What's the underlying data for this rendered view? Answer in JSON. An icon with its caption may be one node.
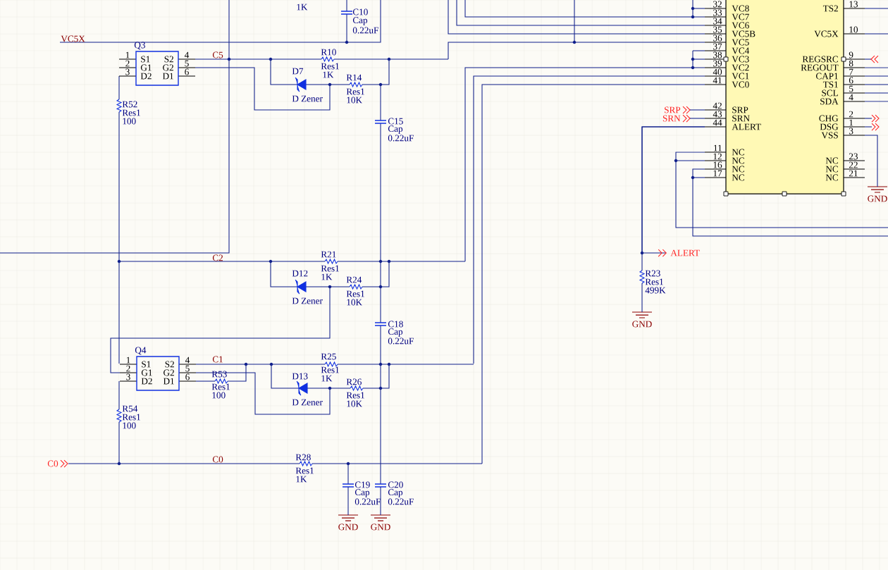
{
  "diagram": {
    "nodes": [
      {
        "text": [
          "1K"
        ]
      },
      {
        "text": [
          "C10",
          "Cap",
          "0.22uF"
        ]
      },
      {
        "text": [
          "Q3",
          "S1",
          "G1",
          "D2",
          "S2",
          "G2",
          "D1",
          "1",
          "2",
          "3",
          "4",
          "5",
          "6"
        ]
      },
      {
        "text": [
          "R52",
          "Res1",
          "100"
        ]
      },
      {
        "text": [
          "R10",
          "Res1",
          "1K"
        ]
      },
      {
        "text": [
          "D7",
          "D Zener"
        ]
      },
      {
        "text": [
          "R14",
          "Res1",
          "10K"
        ]
      },
      {
        "text": [
          "C15",
          "Cap",
          "0.22uF"
        ]
      },
      {
        "text": [
          "R21",
          "Res1",
          "1K"
        ]
      },
      {
        "text": [
          "D12",
          "D Zener"
        ]
      },
      {
        "text": [
          "R24",
          "Res1",
          "10K"
        ]
      },
      {
        "text": [
          "C18",
          "Cap",
          "0.22uF"
        ]
      },
      {
        "text": [
          "Q4",
          "S1",
          "G1",
          "D2",
          "S2",
          "G2",
          "D1",
          "1",
          "2",
          "3",
          "4",
          "5",
          "6"
        ]
      },
      {
        "text": [
          "R53",
          "Res1",
          "100"
        ]
      },
      {
        "text": [
          "R25",
          "Res1",
          "1K"
        ]
      },
      {
        "text": [
          "D13",
          "D Zener"
        ]
      },
      {
        "text": [
          "R26",
          "Res1",
          "10K"
        ]
      },
      {
        "text": [
          "R54",
          "Res1",
          "100"
        ]
      },
      {
        "text": [
          "C0"
        ]
      },
      {
        "text": [
          "R28",
          "Res1",
          "1K"
        ]
      },
      {
        "text": [
          "C19",
          "Cap",
          "0.22uF"
        ]
      },
      {
        "text": [
          "C20",
          "Cap",
          "0.22uF"
        ]
      },
      {
        "text": [
          "GND"
        ]
      },
      {
        "text": [
          "GND"
        ]
      },
      {
        "text": [
          "VC8",
          "VC7",
          "VC6",
          "VC5B",
          "VC5",
          "VC4",
          "VC3",
          "VC2",
          "VC1",
          "VC0",
          "SRP",
          "SRN",
          "ALERT",
          "NC",
          "NC",
          "NC",
          "NC",
          "TS2",
          "VC5X",
          "REGSRC",
          "REGOUT",
          "CAP1",
          "TS1",
          "SCL",
          "SDA",
          "CHG",
          "DSG",
          "VSS",
          "NC",
          "NC",
          "NC",
          "32",
          "33",
          "34",
          "35",
          "36",
          "37",
          "38",
          "39",
          "40",
          "41",
          "42",
          "43",
          "44",
          "11",
          "12",
          "16",
          "17",
          "13",
          "10",
          "9",
          "8",
          "7",
          "6",
          "5",
          "4",
          "2",
          "1",
          "3",
          "23",
          "22",
          "21"
        ]
      },
      {
        "text": [
          "SRP"
        ]
      },
      {
        "text": [
          "SRN"
        ]
      },
      {
        "text": [
          "ALERT"
        ]
      },
      {
        "text": [
          "R23",
          "Res1",
          "499K"
        ]
      },
      {
        "text": [
          "GND"
        ]
      },
      {
        "text": [
          "GND"
        ]
      }
    ],
    "edges": [
      {
        "from": 24,
        "to": 28,
        "arrow": "none"
      },
      {
        "from": 24,
        "to": 27,
        "arrow": "to"
      },
      {
        "from": 28,
        "to": 29,
        "arrow": "none"
      },
      {
        "from": 24,
        "to": 30,
        "arrow": "none"
      },
      {
        "from": 20,
        "to": 22,
        "arrow": "none"
      },
      {
        "from": 21,
        "to": 23,
        "arrow": "none"
      },
      {
        "from": 25,
        "to": 24,
        "arrow": "none"
      },
      {
        "from": 26,
        "to": 24,
        "arrow": "none"
      }
    ],
    "labels": [
      "VC5X",
      "C5",
      "C2",
      "C1",
      "C0"
    ]
  }
}
